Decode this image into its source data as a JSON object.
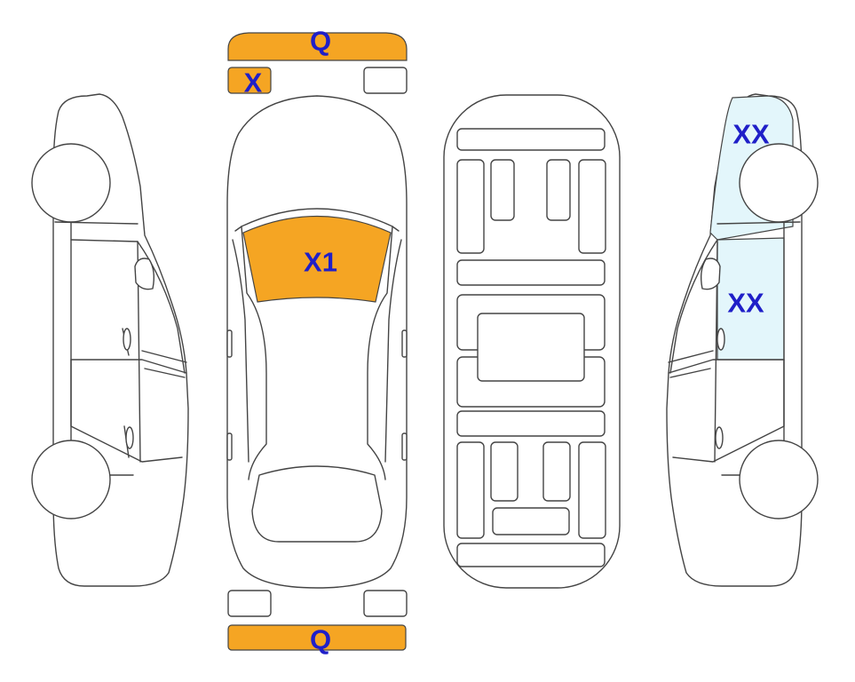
{
  "colors": {
    "damage_orange": "#F5A523",
    "damage_blue": "#E3F6FB",
    "label_blue": "#1F1FC8",
    "outline": "#444444"
  },
  "markers": {
    "front_bumper": "Q",
    "front_left_headlight": "X",
    "windshield": "X1",
    "rear_bumper": "Q",
    "right_rear_quarter": "XX",
    "right_rear_door": "XX"
  }
}
